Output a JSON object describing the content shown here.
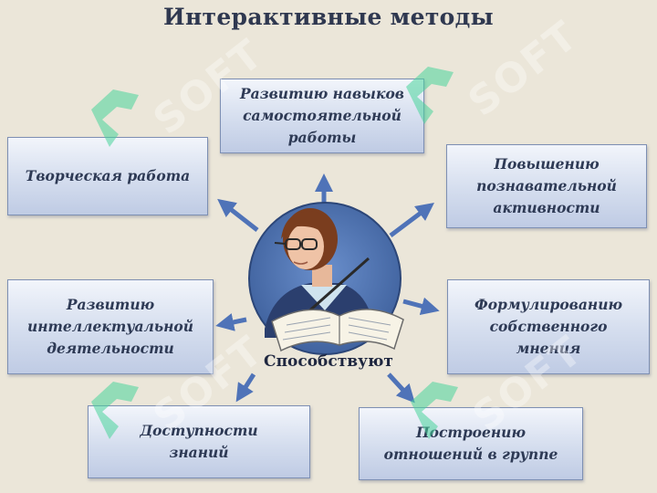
{
  "title": "Интерактивные методы",
  "center_label": "Способствуют",
  "boxes": {
    "top": "Развитию навыков\nсамостоятельной\nработы",
    "left1": "Творческая работа",
    "right1": "Повышению\nпознавательной\nактивности",
    "left2": "Развитию\nинтеллектуальной\nдеятельности",
    "right2": "Формулированию\nсобственного\nмнения",
    "bottom1": "Доступности\nзнаний",
    "bottom2": "Построению\nотношений в группе"
  },
  "watermark": "SOFT",
  "colors": {
    "background": "#ebe6d9",
    "box_border": "#7d8fb3",
    "arrow": "#4f73b8",
    "circle": "#4a6fab",
    "watermark": "#48d39a"
  }
}
